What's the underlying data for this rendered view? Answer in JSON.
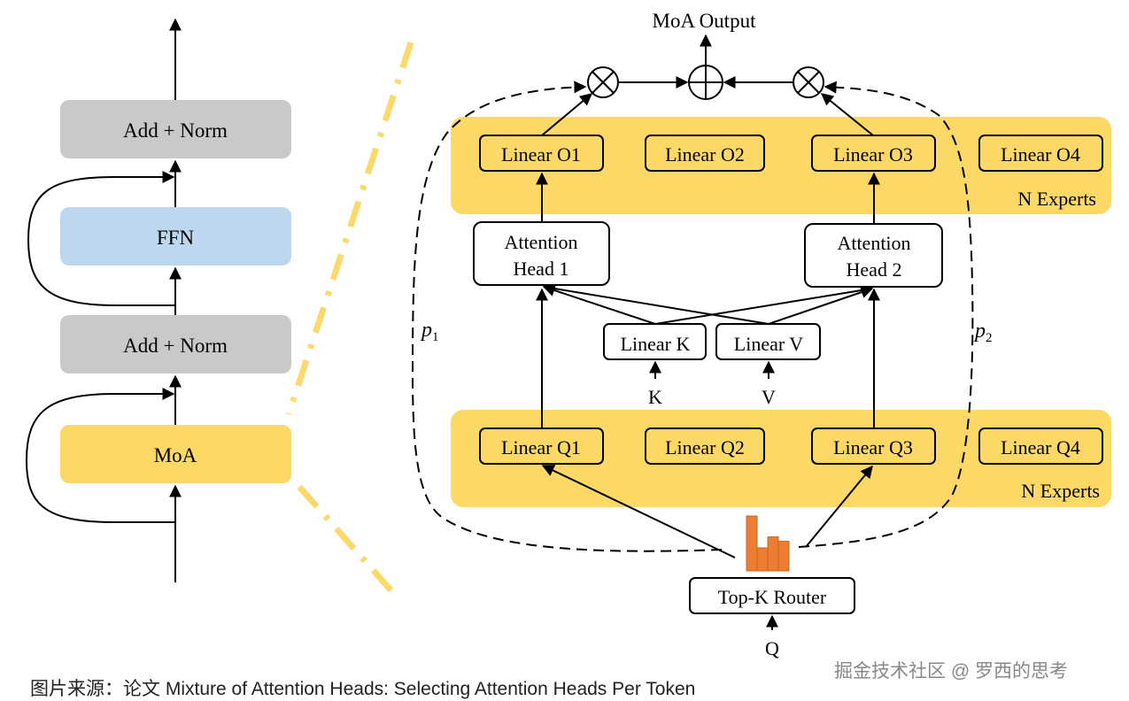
{
  "colors": {
    "gray_block": "#c9c9c9",
    "ffn_block": "#bdd7ee",
    "moa_yellow": "#fcd967",
    "divider_yellow": "#fbd96a",
    "router_bars": "#ed7d31",
    "line": "#000000"
  },
  "left_stack": {
    "blocks": [
      {
        "label": "Add + Norm",
        "kind": "gray"
      },
      {
        "label": "FFN",
        "kind": "ffn"
      },
      {
        "label": "Add + Norm",
        "kind": "gray"
      },
      {
        "label": "MoA",
        "kind": "moa"
      }
    ]
  },
  "moa": {
    "output_label": "MoA Output",
    "multiply_symbol": "⊗",
    "sum_symbol": "⊕",
    "output_experts": {
      "label": "N Experts",
      "items": [
        "Linear O1",
        "Linear O2",
        "Linear O3",
        "Linear O4"
      ]
    },
    "query_experts": {
      "label": "N Experts",
      "items": [
        "Linear Q1",
        "Linear Q2",
        "Linear Q3",
        "Linear Q4"
      ]
    },
    "heads": [
      "Attention",
      "Head 1",
      "Attention",
      "Head 2"
    ],
    "shared": [
      "Linear K",
      "Linear V"
    ],
    "inputs": {
      "k": "K",
      "v": "V",
      "q": "Q"
    },
    "router": "Top-K Router",
    "probs": {
      "p1": "p",
      "p1_sub": "1",
      "p2": "p",
      "p2_sub": "2"
    },
    "router_bar_levels": [
      1.0,
      0.42,
      0.62,
      0.54
    ]
  },
  "caption": "图片来源：论文 Mixture of Attention Heads: Selecting Attention Heads Per Token",
  "watermark": "掘金技术社区 @ 罗西的思考"
}
